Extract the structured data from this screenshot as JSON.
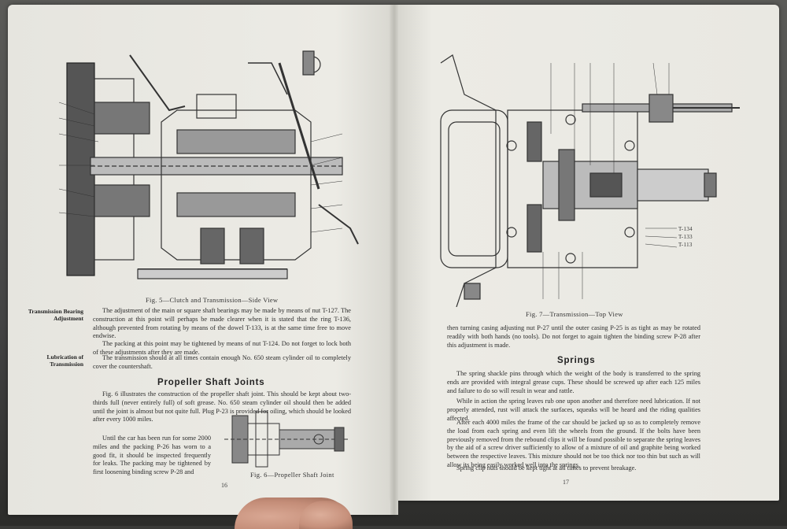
{
  "left_page": {
    "fig5_caption": "Fig. 5—Clutch and Transmission—Side View",
    "label_bearing": "Transmission Bearing Adjustment",
    "para_bearing_1": "The adjustment of the main or square shaft bearings may be made by means of nut T-127. The construction at this point will perhaps be made clearer when it is stated that the ring T-136, although prevented from rotating by means of the dowel T-133, is at the same time free to move endwise.",
    "para_bearing_2": "The packing at this point may be tightened by means of nut T-124. Do not forget to lock both of these adjustments after they are made.",
    "label_lubrication": "Lubrication of Transmission",
    "para_lubrication": "The transmission should at all times contain enough No. 650 steam cylinder oil to completely cover the countershaft.",
    "heading_propeller": "Propeller Shaft Joints",
    "para_propeller_1": "Fig. 6 illustrates the construction of the propeller shaft joint. This should be kept about two-thirds full (never entirely full) of soft grease. No. 650 steam cylinder oil should then be added until the joint is almost but not quite full. Plug P-23 is provided for oiling, which should be looked after every 1000 miles.",
    "para_propeller_2": "Until the car has been run for some 2000 miles and the packing P-26 has worn to a good fit, it should be inspected frequently for leaks. The packing may be tightened by first loosening binding screw P-28 and",
    "fig6_caption": "Fig. 6—Propeller Shaft Joint",
    "page_number": "16"
  },
  "right_page": {
    "fig7_caption": "Fig. 7—Transmission—Top View",
    "para_continue": "then turning casing adjusting nut P-27 until the outer casing P-25 is as tight as may be rotated readily with both hands (no tools). Do not forget to again tighten the binding screw P-28 after this adjustment is made.",
    "heading_springs": "Springs",
    "para_springs_1": "The spring shackle pins through which the weight of the body is transferred to the spring ends are provided with integral grease cups. These should be screwed up after each 125 miles and failure to do so will result in wear and rattle.",
    "para_springs_2": "While in action the spring leaves rub one upon another and therefore need lubrication. If not properly attended, rust will attack the surfaces, squeaks will be heard and the riding qualities affected.",
    "para_springs_3": "After each 4000 miles the frame of the car should be jacked up so as to completely remove the load from each spring and even lift the wheels from the ground. If the bolts have been previously removed from the rebound clips it will be found possible to separate the spring leaves by the aid of a screw driver sufficiently to allow of a mixture of oil and graphite being worked between the respective leaves. This mixture should not be too thick nor too thin but such as will allow its being easily worked well into the springs.",
    "para_springs_4": "Spring clip nuts should be kept tight at all times to prevent breakage.",
    "page_number": "17",
    "fig7_labels": [
      "T-134",
      "T-133",
      "T-113"
    ]
  },
  "colors": {
    "paper": "#e9e8e2",
    "ink": "#2a2a2a",
    "background": "#3a3a38"
  }
}
